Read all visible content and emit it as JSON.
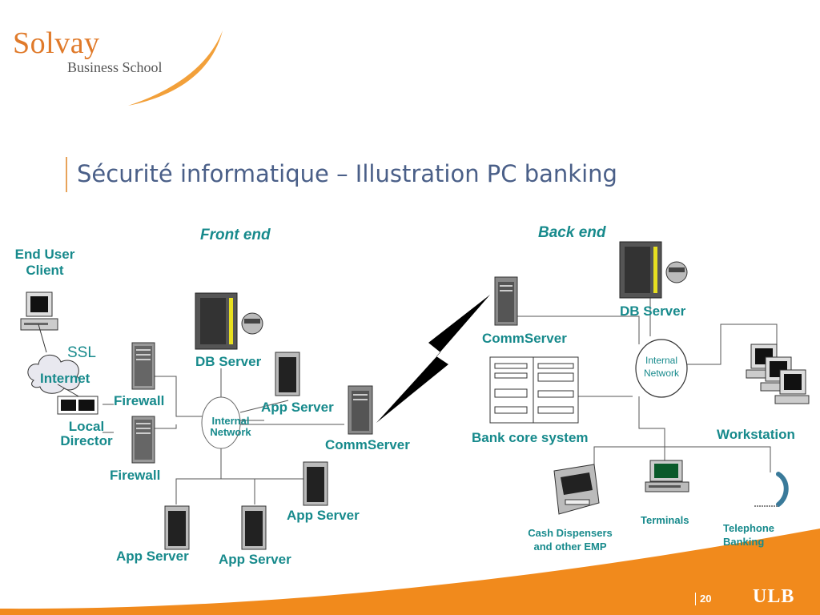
{
  "logo": {
    "name": "Solvay",
    "subtitle": "Business School"
  },
  "slide": {
    "title": "Sécurité informatique – Illustration PC banking",
    "page": "20",
    "footer_logo": "ULB"
  },
  "sections": {
    "front": "Front end",
    "back": "Back end"
  },
  "labels": {
    "end_user_client_1": "End User",
    "end_user_client_2": "Client",
    "ssl": "SSL",
    "internet": "Internet",
    "local_director_1": "Local",
    "local_director_2": "Director",
    "firewall_top": "Firewall",
    "firewall_bottom": "Firewall",
    "db_server_front": "DB Server",
    "app_server_1": "App Server",
    "internal_network_front_1": "Internal",
    "internal_network_front_2": "Network",
    "commserver_front": "CommServer",
    "app_server_2": "App Server",
    "app_server_3": "App Server",
    "app_server_4": "App Server",
    "commserver_back": "CommServer",
    "db_server_back": "DB Server",
    "internal_network_back_1": "Internal",
    "internal_network_back_2": "Network",
    "bank_core_system": "Bank core system",
    "workstation": "Workstation",
    "cash_dispensers_1": "Cash Dispensers",
    "cash_dispensers_2": "and other EMP",
    "terminals": "Terminals",
    "telephone_banking_1": "Telephone",
    "telephone_banking_2": "Banking"
  },
  "colors": {
    "label": "#178a8c",
    "title": "#4a5f88",
    "accent": "#f18a1c"
  }
}
